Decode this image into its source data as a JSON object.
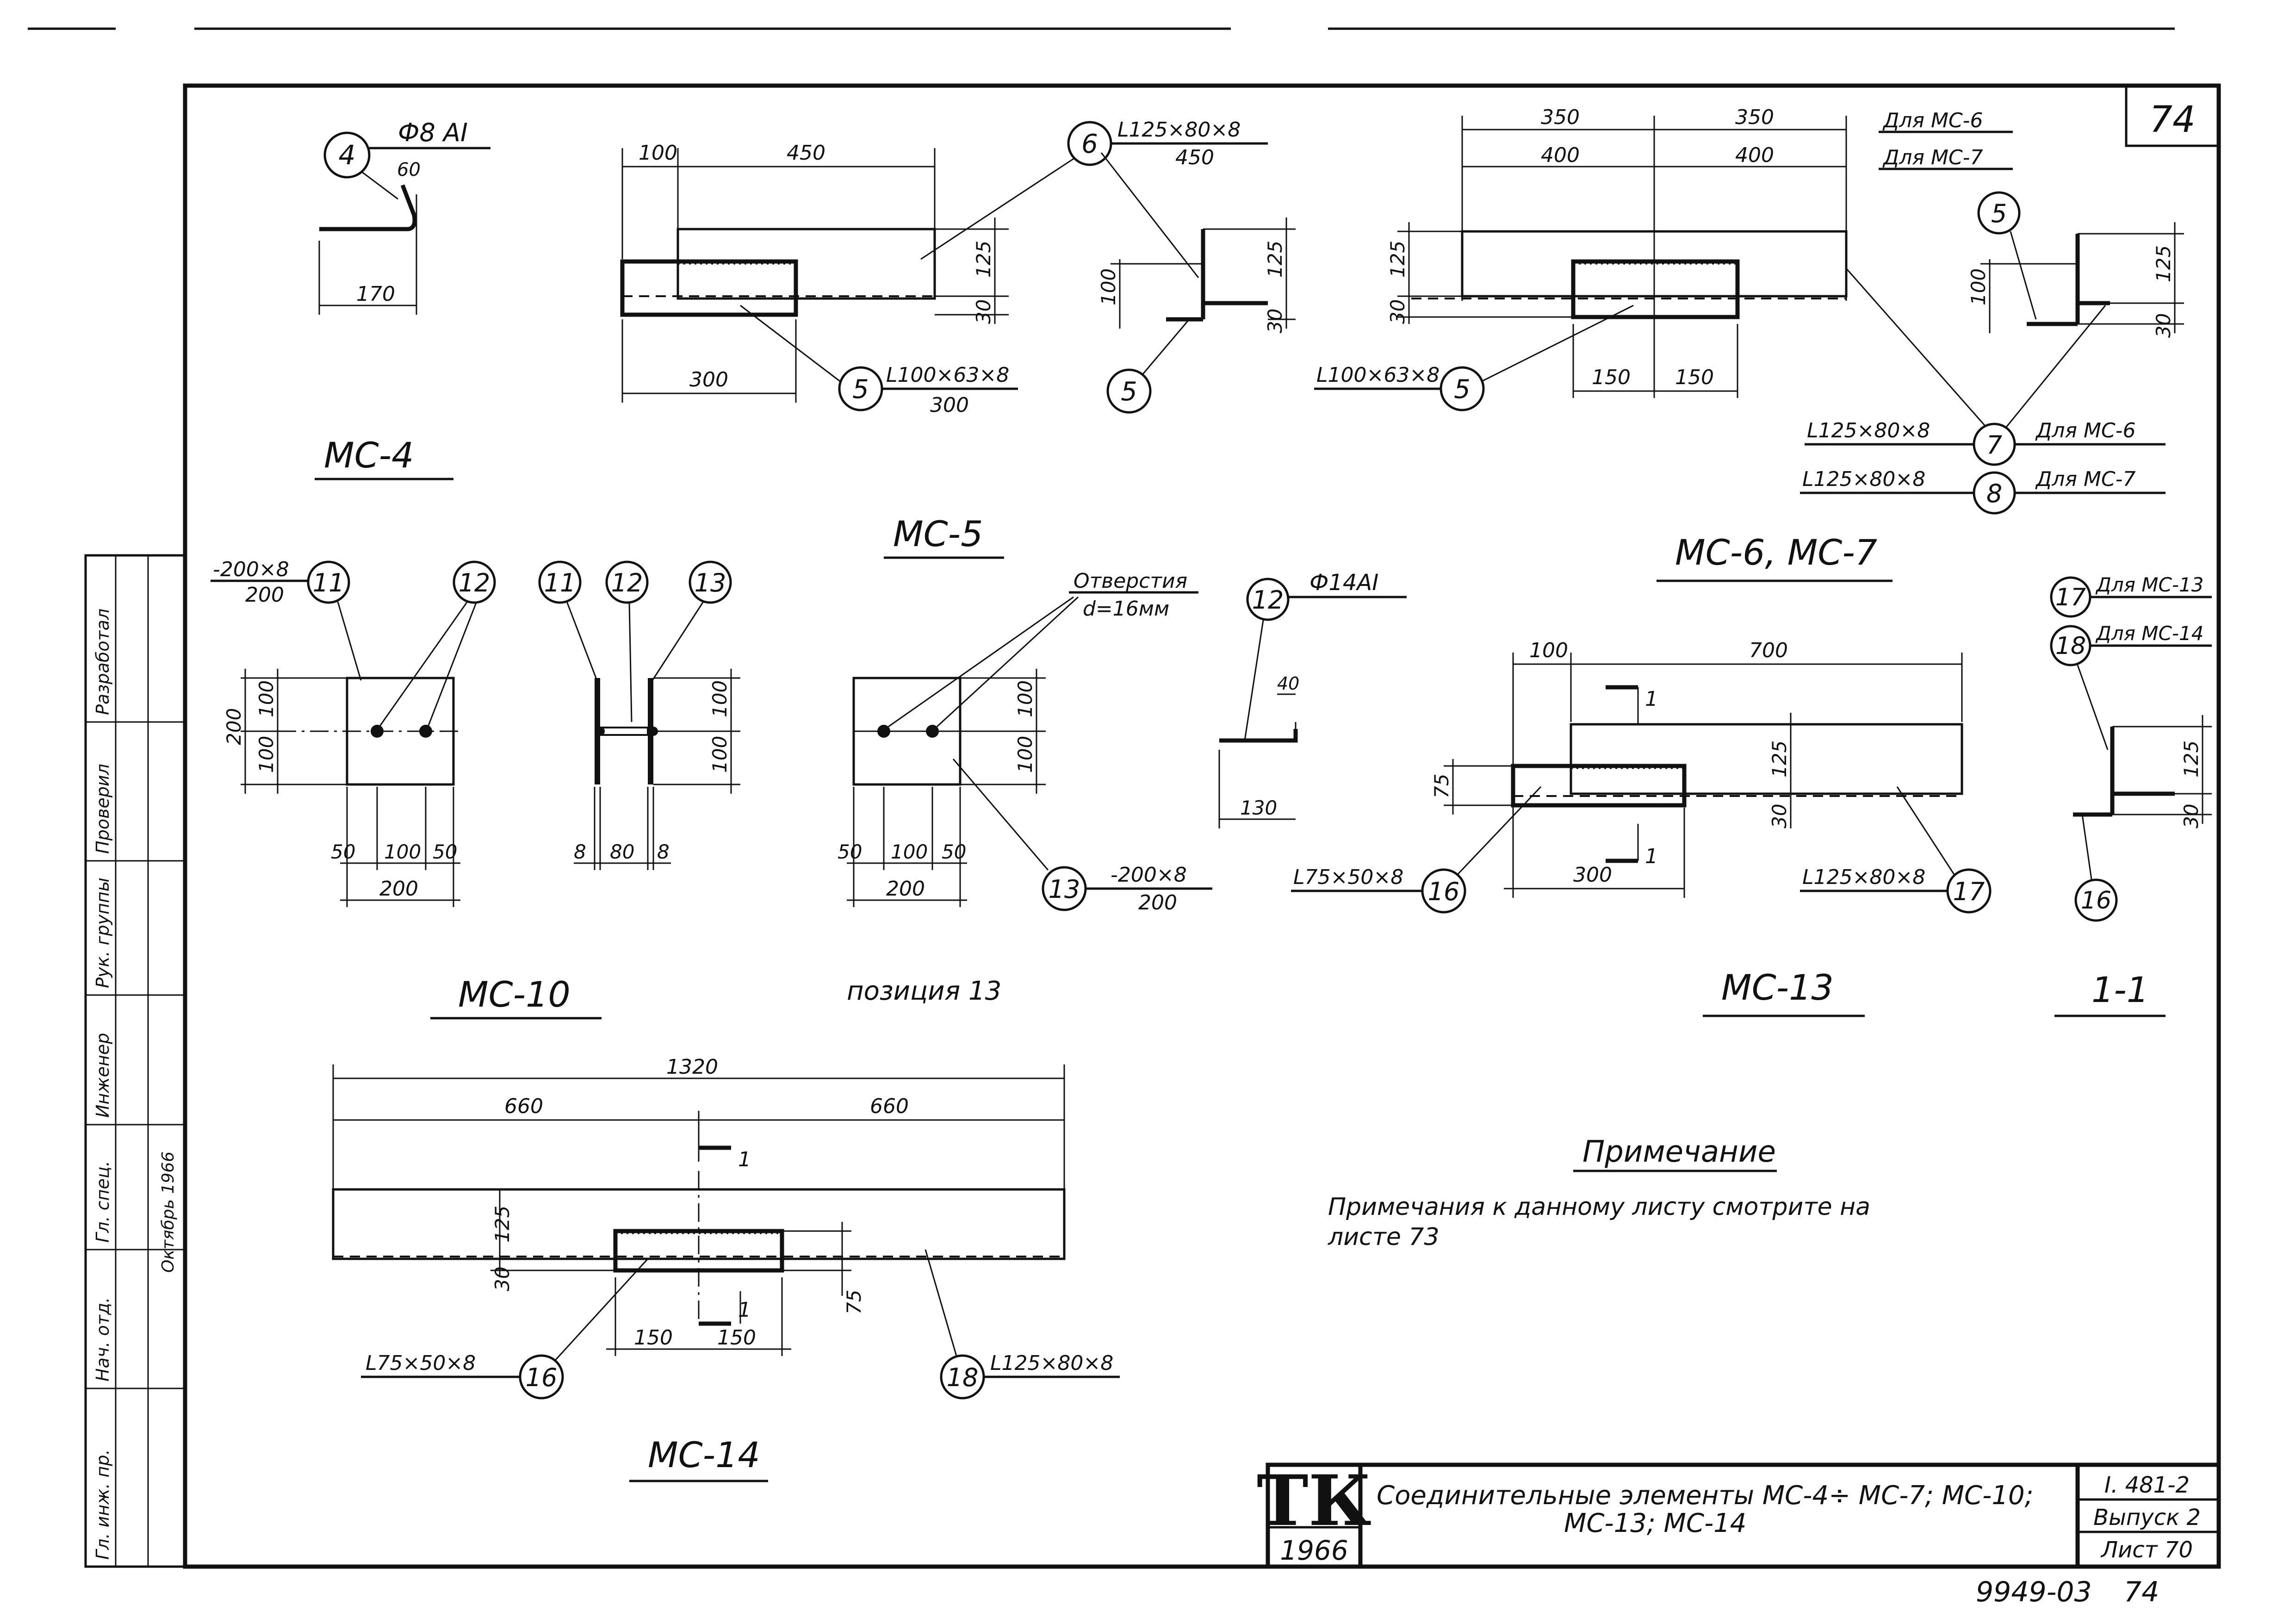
{
  "sheet_number_top": "74",
  "title_block": {
    "logo": "ТК",
    "year": "1966",
    "title_line1": "Соединительные элементы МС-4÷ МС-7; МС-10;",
    "title_line2": "МС-13; МС-14",
    "series": "I. 481-2",
    "issue": "Выпуск 2",
    "sheet": "Лист 70"
  },
  "bottom_stamp": {
    "code": "9949-03",
    "number": "74"
  },
  "note": {
    "heading": "Примечание",
    "line1": "Примечания к данному листу смотрите на",
    "line2": "листе 73"
  },
  "side_stamp": [
    "Гл. инж. пр.",
    "Нач. отд.",
    "Гл. спец.",
    "Инженер",
    "Рук. группы",
    "Проверил",
    "Разработал",
    "Октябрь 1966"
  ],
  "mc4": {
    "title": "МС-4",
    "bar_spec": "Ф8 АI",
    "dim_60": "60",
    "dim_170": "170",
    "dim_100": "100",
    "dim_450": "450",
    "dim_300": "300",
    "dim_125": "125",
    "dim_30": "30",
    "dim_100v": "100",
    "angle6": "L125×80×8",
    "angle6_len": "450",
    "angle5": "L100×63×8",
    "angle5_len": "300",
    "pos4": "4",
    "pos5": "5",
    "pos6": "6"
  },
  "mc5_title": "МС-5",
  "mc67": {
    "title": "МС-6, МС-7",
    "dim_350a": "350",
    "dim_350b": "350",
    "for6": "Для МС-6",
    "dim_400a": "400",
    "dim_400b": "400",
    "for7": "Для МС-7",
    "dim_125": "125",
    "dim_30": "30",
    "dim_150a": "150",
    "dim_150b": "150",
    "angle5": "L100×63×8",
    "angle7": "L125×80×8",
    "angle7_for": "Для МС-6",
    "angle8": "L125×80×8",
    "angle8_for": "Для МС-7",
    "sec_100": "100",
    "sec_125": "125",
    "sec_30": "30",
    "pos5": "5",
    "pos7": "7",
    "pos8": "8"
  },
  "mc10": {
    "title": "МС-10",
    "plate": "-200×8",
    "plate_len": "200",
    "dim_200v": "200",
    "dim_100a": "100",
    "dim_100b": "100",
    "dim_50a": "50",
    "dim_100c": "100",
    "dim_50b": "50",
    "dim_200": "200",
    "side_8a": "8",
    "side_80": "80",
    "side_8b": "8",
    "side_100a": "100",
    "side_100b": "100",
    "pos11": "11",
    "pos12": "12",
    "pos13": "13"
  },
  "pos13": {
    "title": "позиция 13",
    "holes": "Отверстия",
    "holes_d": "d=16мм",
    "plate": "-200×8",
    "plate_len": "200",
    "dim_100a": "100",
    "dim_100b": "100",
    "dim_50a": "50",
    "dim_100c": "100",
    "dim_50b": "50",
    "dim_200": "200",
    "pos": "13"
  },
  "bar12": {
    "spec": "Ф14АI",
    "dim_40": "40",
    "dim_130": "130",
    "pos": "12"
  },
  "mc13": {
    "title": "МС-13",
    "dim_100": "100",
    "dim_700": "700",
    "dim_75": "75",
    "dim_125": "125",
    "dim_30": "30",
    "dim_300": "300",
    "angle16": "L75×50×8",
    "angle17": "L125×80×8",
    "pos16": "16",
    "pos17": "17",
    "cut": "1"
  },
  "sec11": {
    "title": "1-1",
    "for13": "Для МС-13",
    "for14": "Для МС-14",
    "dim_125": "125",
    "dim_30": "30",
    "pos17": "17",
    "pos18": "18",
    "pos16": "16"
  },
  "mc14": {
    "title": "МС-14",
    "dim_1320": "1320",
    "dim_660a": "660",
    "dim_660b": "660",
    "dim_125": "125",
    "dim_30": "30",
    "dim_75": "75",
    "dim_150a": "150",
    "dim_150b": "150",
    "angle16": "L75×50×8",
    "angle18": "L125×80×8",
    "pos16": "16",
    "pos18": "18",
    "cut": "1"
  }
}
